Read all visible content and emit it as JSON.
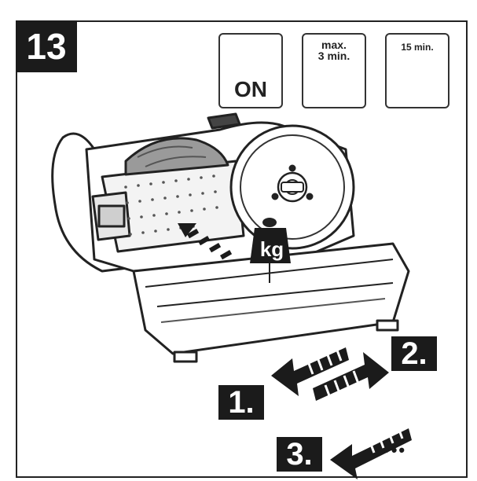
{
  "step": {
    "number": "13"
  },
  "icons": {
    "power": {
      "label": "ON"
    },
    "max_time": {
      "label": "max.\n3 min."
    },
    "pause": {
      "label": "15 min."
    }
  },
  "weight_label": "kg",
  "steps": [
    {
      "label": "1."
    },
    {
      "label": "2."
    },
    {
      "label": "3."
    }
  ],
  "ellipsis": "•••"
}
